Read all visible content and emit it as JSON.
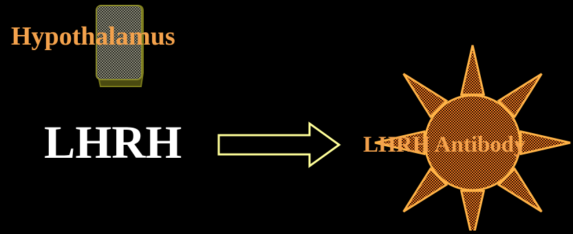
{
  "labels": {
    "hypothalamus": "Hypothalamus",
    "hormone": "LHRH",
    "antibody": "LHRH Antibody"
  },
  "colors": {
    "background": "#000000",
    "label_orange": "#f4a24c",
    "hormone_text": "#ffffff",
    "arrow_fill": "#000000",
    "arrow_outline": "#ffff99",
    "sun_fill": "#f07820",
    "sun_pattern_dark": "#2b1405",
    "sun_outline": "#ffb347",
    "gland_fill": "#8a8a7a",
    "gland_outline": "#7a7a1a",
    "gland_shadow": "#4a4a10"
  },
  "icons": {
    "gland": "hypothalamus-gland-icon",
    "arrow": "right-arrow-icon",
    "antibody": "antibody-sun-icon"
  }
}
